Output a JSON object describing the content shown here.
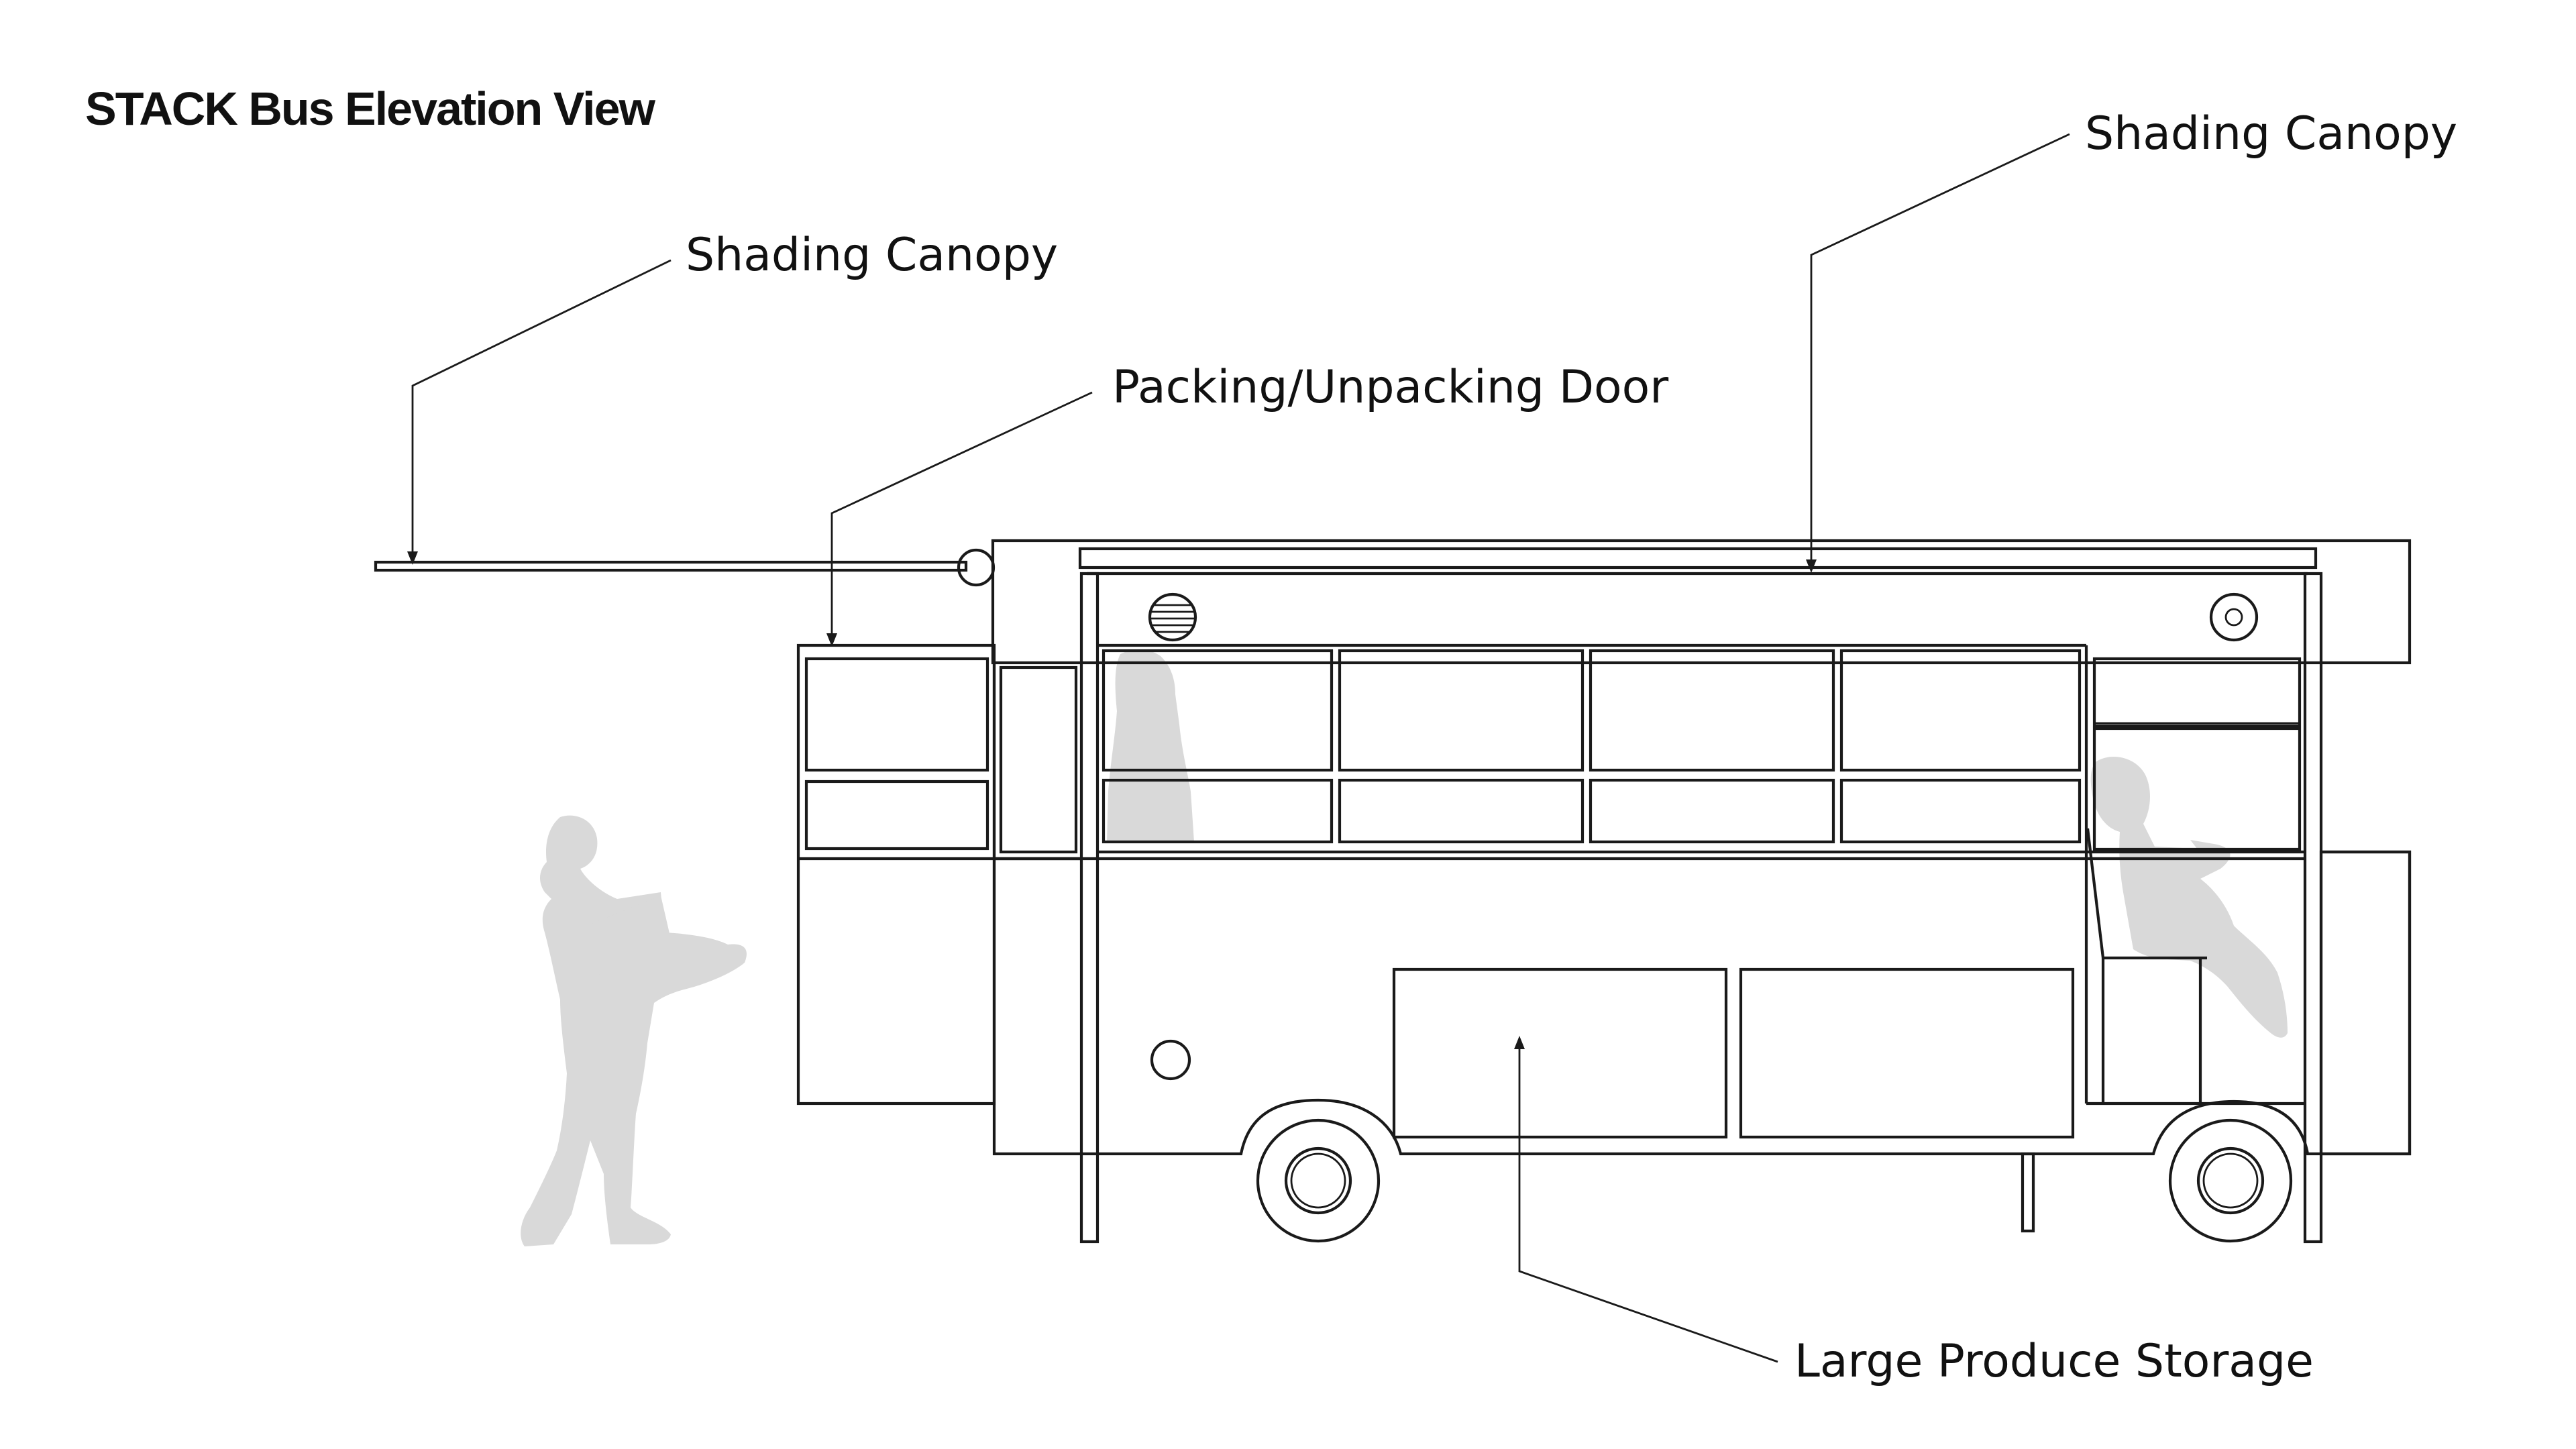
{
  "diagram": {
    "title": "STACK Bus Elevation View",
    "callouts": {
      "canopy_left": "Shading Canopy",
      "canopy_right": "Shading Canopy",
      "door": "Packing/Unpacking Door",
      "storage": "Large Produce Storage"
    },
    "colors": {
      "line": "#1a1a1a",
      "silhouette": "#d9d9d9",
      "background": "#ffffff"
    }
  }
}
